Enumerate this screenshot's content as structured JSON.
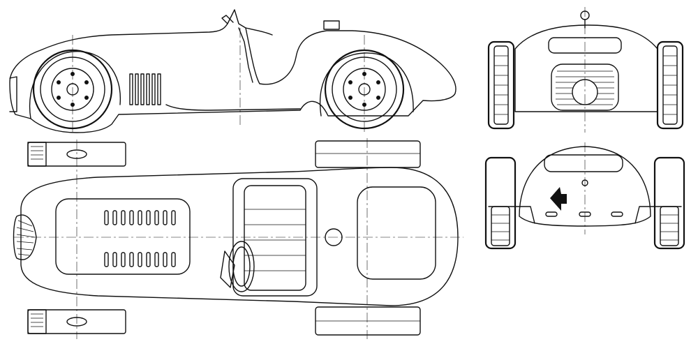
{
  "drawing": {
    "subject": "",
    "line_color": "#111111",
    "paper_color": "#ffffff",
    "views": [
      {
        "id": "side",
        "wheels": 2
      },
      {
        "id": "top",
        "wheels": 4
      },
      {
        "id": "front",
        "wheels": 2
      },
      {
        "id": "rear",
        "wheels": 2
      }
    ]
  }
}
